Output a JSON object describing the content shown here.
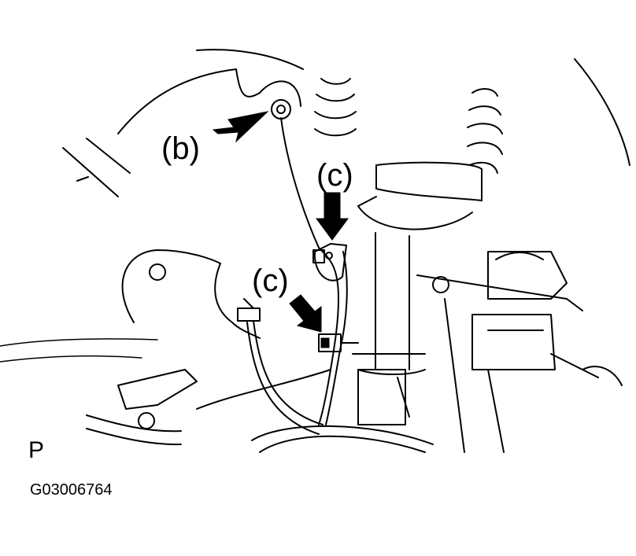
{
  "callouts": {
    "b": "(b)",
    "c_upper": "(c)",
    "c_lower": "(c)"
  },
  "footer": {
    "view_marker": "P",
    "figure_id": "G03006764"
  },
  "colors": {
    "ink": "#000000",
    "paper": "#ffffff"
  }
}
